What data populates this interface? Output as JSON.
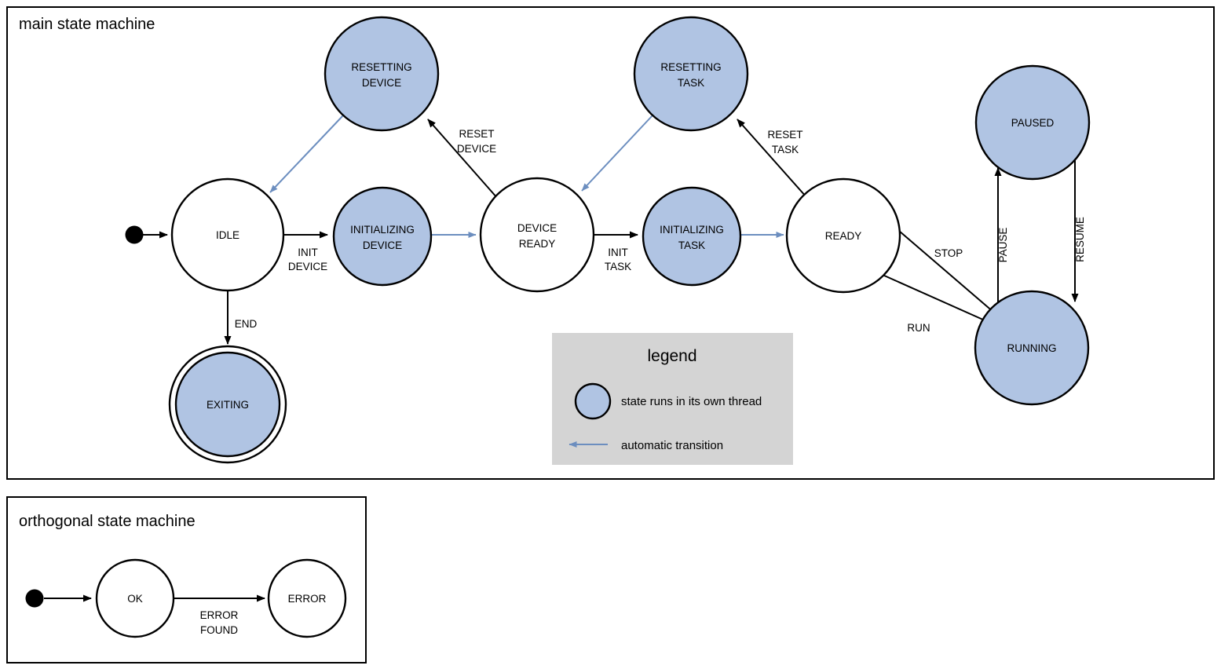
{
  "colors": {
    "thread_state_fill": "#b0c4e3",
    "plain_state_fill": "#ffffff",
    "stroke": "#000000",
    "auto_transition": "#6c8ebf",
    "legend_background": "#d4d4d4"
  },
  "main_frame": {
    "title": "main state machine"
  },
  "orthogonal_frame": {
    "title": "orthogonal state machine"
  },
  "states": {
    "idle": "IDLE",
    "resetting_device": {
      "line1": "RESETTING",
      "line2": "DEVICE"
    },
    "initializing_device": {
      "line1": "INITIALIZING",
      "line2": "DEVICE"
    },
    "device_ready": {
      "line1": "DEVICE",
      "line2": "READY"
    },
    "resetting_task": {
      "line1": "RESETTING",
      "line2": "TASK"
    },
    "initializing_task": {
      "line1": "INITIALIZING",
      "line2": "TASK"
    },
    "ready": "READY",
    "paused": "PAUSED",
    "running": "RUNNING",
    "exiting": "EXITING",
    "ok": "OK",
    "error": "ERROR"
  },
  "transitions": {
    "init_device": {
      "line1": "INIT",
      "line2": "DEVICE"
    },
    "reset_device": {
      "line1": "RESET",
      "line2": "DEVICE"
    },
    "init_task": {
      "line1": "INIT",
      "line2": "TASK"
    },
    "reset_task": {
      "line1": "RESET",
      "line2": "TASK"
    },
    "end": "END",
    "stop": "STOP",
    "run": "RUN",
    "pause": "PAUSE",
    "resume": "RESUME",
    "error_found": {
      "line1": "ERROR",
      "line2": "FOUND"
    }
  },
  "legend": {
    "title": "legend",
    "thread_item": "state runs in its own thread",
    "auto_item": "automatic transition"
  }
}
